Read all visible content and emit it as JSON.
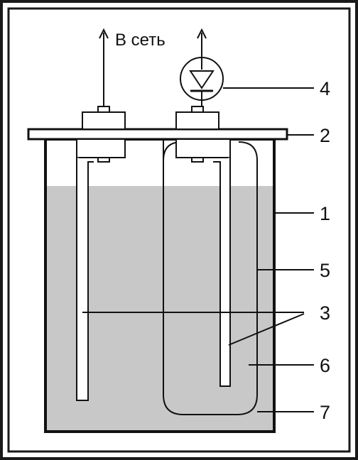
{
  "caption": "В сеть",
  "labels": {
    "vessel": "1",
    "lid": "2",
    "electrodes": "3",
    "diode": "4",
    "membrane": "5",
    "inner_solution": "6",
    "outer_solution": "7"
  },
  "colors": {
    "background": "#ffffff",
    "frame": "#1a1a1a",
    "liquid": "#c8c8c8",
    "stroke": "#111111"
  },
  "icons": {
    "diode": "diode-symbol",
    "arrow": "arrow-up"
  }
}
